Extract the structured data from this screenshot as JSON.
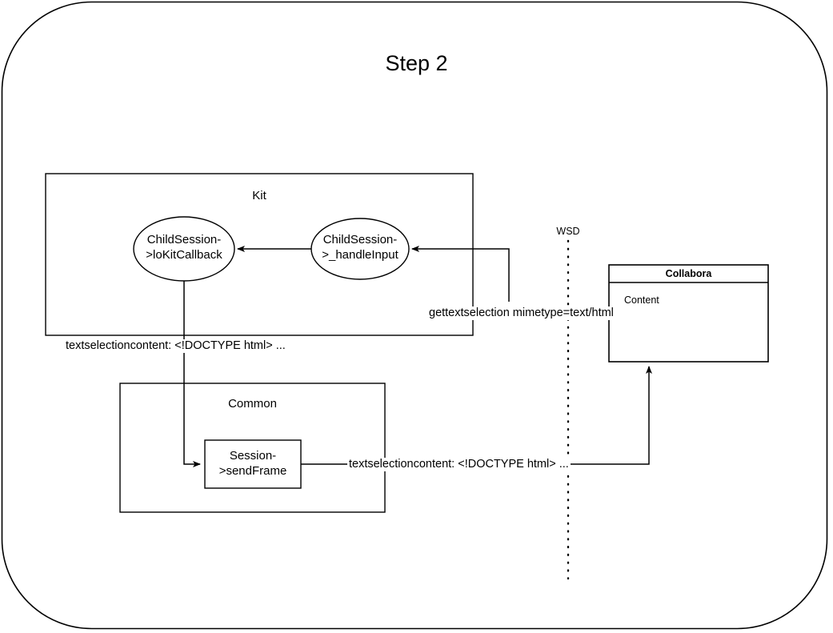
{
  "diagram": {
    "title": "Step 2",
    "type": "sequence-flow-diagram",
    "stroke_color": "#000000",
    "background_color": "#ffffff"
  },
  "containers": [
    {
      "id": "kit",
      "label": "Kit"
    },
    {
      "id": "common",
      "label": "Common"
    }
  ],
  "nodes": [
    {
      "id": "lokitcallback",
      "shape": "ellipse",
      "line1": "ChildSession-",
      "line2": ">loKitCallback"
    },
    {
      "id": "handleinput",
      "shape": "ellipse",
      "line1": "ChildSession-",
      "line2": ">_handleInput"
    },
    {
      "id": "sendframe",
      "shape": "rectangle",
      "line1": "Session-",
      "line2": ">sendFrame"
    }
  ],
  "lifeline": {
    "label": "WSD",
    "style": "dotted"
  },
  "browser_window": {
    "title": "Collabora",
    "body_text": "Content"
  },
  "edges": [
    {
      "id": "gettextselection",
      "label": "gettextselection mimetype=text/html",
      "from": "wsd",
      "to": "handleinput"
    },
    {
      "id": "textselectioncontent-kit",
      "label": "textselectioncontent: <!DOCTYPE html> ...",
      "from": "lokitcallback",
      "to": "sendframe"
    },
    {
      "id": "textselectioncontent-wsd",
      "label": "textselectioncontent: <!DOCTYPE html> ...",
      "from": "sendframe",
      "to": "collabora"
    }
  ]
}
